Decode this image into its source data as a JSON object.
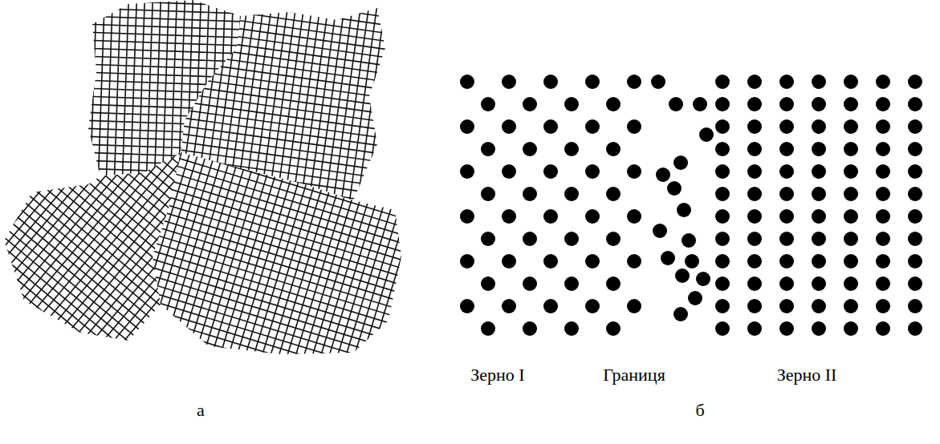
{
  "diagram": {
    "labels": [
      "Зерно I",
      "Границя",
      "Зерно II",
      "а",
      "б"
    ]
  }
}
